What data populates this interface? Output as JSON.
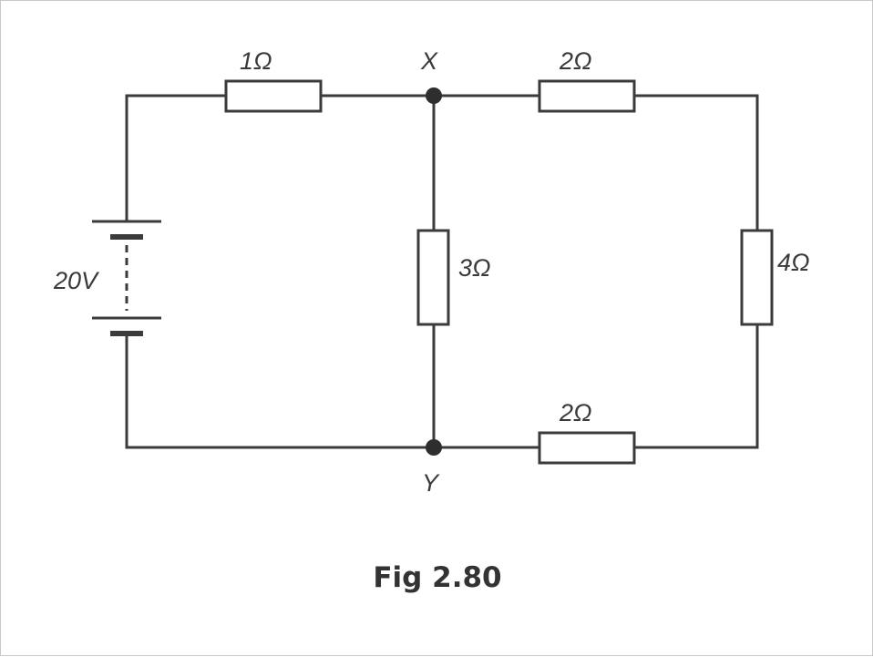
{
  "figure": {
    "caption": "Fig 2.80",
    "battery_label": "20V",
    "node_top": "X",
    "node_bottom": "Y",
    "resistor_top_left": "1Ω",
    "resistor_top_right": "2Ω",
    "resistor_middle": "3Ω",
    "resistor_right": "4Ω",
    "resistor_bottom": "2Ω"
  },
  "colors": {
    "line": "#3b3b3b",
    "text": "#3a3a3a",
    "border": "#c8c8c8"
  }
}
